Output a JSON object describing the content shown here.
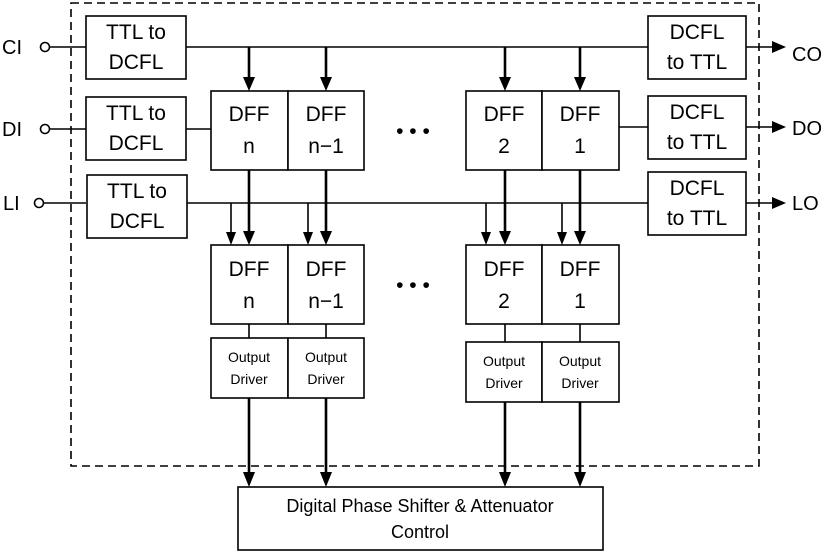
{
  "inputs": {
    "ci": "CI",
    "di": "DI",
    "li": "LI"
  },
  "outputs": {
    "co": "CO",
    "do": "DO",
    "lo": "LO"
  },
  "converters": {
    "ttl_to_dcfl_line1": "TTL to",
    "ttl_to_dcfl_line2": "DCFL",
    "dcfl_to_ttl_line1": "DCFL",
    "dcfl_to_ttl_line2": "to TTL"
  },
  "dff_label": "DFF",
  "dff_indices": [
    "n",
    "n−1",
    "2",
    "1"
  ],
  "ellipsis": "• • •",
  "driver": {
    "line1": "Output",
    "line2": "Driver"
  },
  "control": {
    "line1": "Digital Phase Shifter & Attenuator",
    "line2": "Control"
  }
}
